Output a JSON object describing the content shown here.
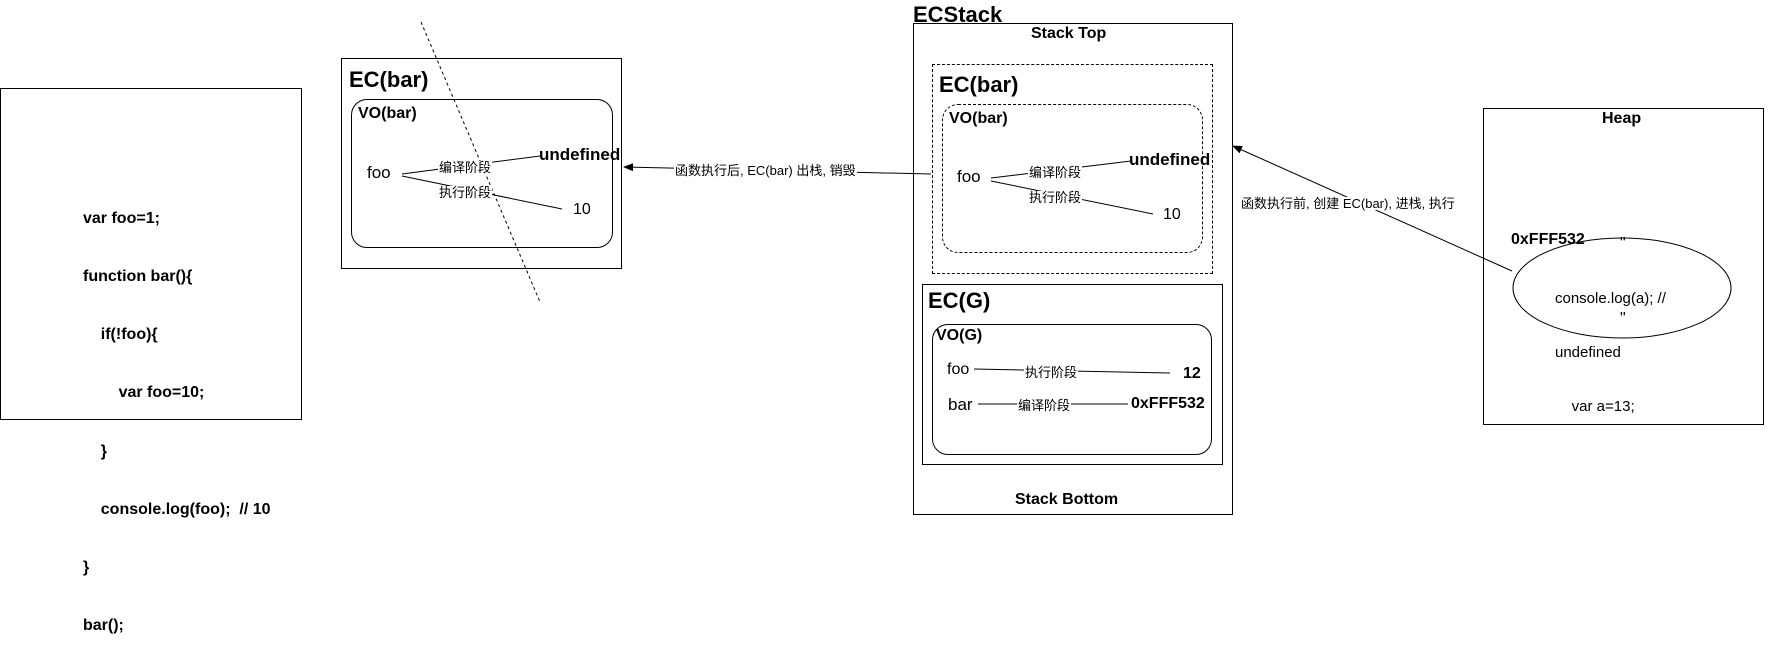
{
  "code": {
    "lines": [
      "var foo=1;",
      "function bar(){",
      "    if(!foo){",
      "        var foo=10;",
      "    }",
      "    console.log(foo);  // 10",
      "}",
      "bar();"
    ]
  },
  "popped_ec": {
    "title": "EC(bar)",
    "vo_title": "VO(bar)",
    "var_name": "foo",
    "compile_label": "编译阶段",
    "compile_value": "undefined",
    "exec_label": "执行阶段",
    "exec_value": "10"
  },
  "arrow_left_label": "函数执行后, EC(bar) 出栈, 销毁",
  "ecstack": {
    "title": "ECStack",
    "top_label": "Stack Top",
    "bottom_label": "Stack Bottom",
    "ec_bar": {
      "title": "EC(bar)",
      "vo_title": "VO(bar)",
      "var_name": "foo",
      "compile_label": "编译阶段",
      "compile_value": "undefined",
      "exec_label": "执行阶段",
      "exec_value": "10"
    },
    "ec_g": {
      "title": "EC(G)",
      "vo_title": "VO(G)",
      "foo_name": "foo",
      "foo_label": "执行阶段",
      "foo_value": "12",
      "bar_name": "bar",
      "bar_label": "编译阶段",
      "bar_value": "0xFFF532"
    }
  },
  "arrow_right_label": "函数执行前, 创建 EC(bar), 进栈, 执行",
  "heap": {
    "title": "Heap",
    "address": "0xFFF532",
    "open_quote": "\"",
    "code_lines": [
      "console.log(a); //",
      "undefined",
      "    var a=13;"
    ],
    "close_quote": "\""
  }
}
